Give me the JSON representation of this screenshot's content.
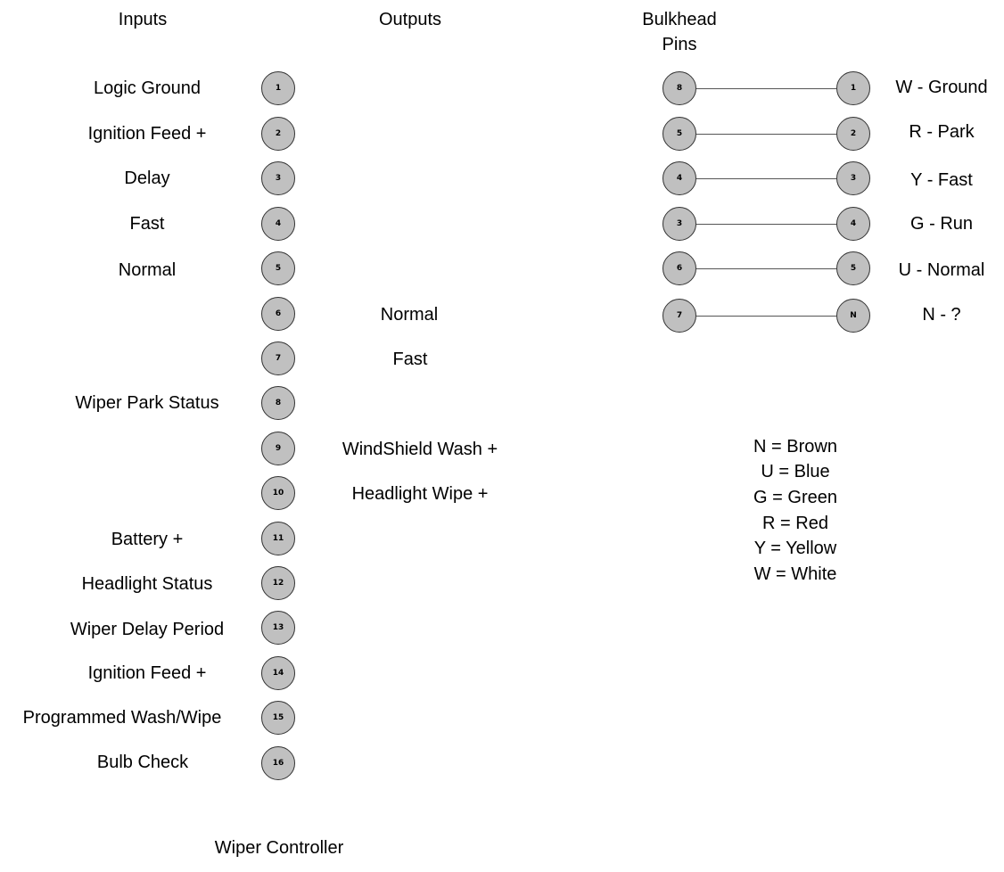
{
  "headers": {
    "inputs": "Inputs",
    "outputs": "Outputs",
    "bulkhead_line1": "Bulkhead",
    "bulkhead_line2": "Pins"
  },
  "controller": {
    "title": "Wiper Controller",
    "pins": [
      "1",
      "2",
      "3",
      "4",
      "5",
      "6",
      "7",
      "8",
      "9",
      "10",
      "11",
      "12",
      "13",
      "14",
      "15",
      "16"
    ],
    "inputs": [
      {
        "pin": "1",
        "label": "Logic Ground"
      },
      {
        "pin": "2",
        "label": "Ignition Feed +"
      },
      {
        "pin": "3",
        "label": "Delay"
      },
      {
        "pin": "4",
        "label": "Fast"
      },
      {
        "pin": "5",
        "label": "Normal"
      },
      {
        "pin": "8",
        "label": "Wiper Park Status"
      },
      {
        "pin": "11",
        "label": "Battery +"
      },
      {
        "pin": "12",
        "label": "Headlight Status"
      },
      {
        "pin": "13",
        "label": "Wiper Delay Period"
      },
      {
        "pin": "14",
        "label": "Ignition Feed +"
      },
      {
        "pin": "15",
        "label": "Programmed Wash/Wipe"
      },
      {
        "pin": "16",
        "label": "Bulb Check"
      }
    ],
    "outputs": [
      {
        "pin": "6",
        "label": "Normal"
      },
      {
        "pin": "7",
        "label": "Fast"
      },
      {
        "pin": "9",
        "label": "WindShield Wash +"
      },
      {
        "pin": "10",
        "label": "Headlight Wipe +"
      }
    ]
  },
  "bulkhead": [
    {
      "from": "8",
      "to": "1",
      "label": "W - Ground"
    },
    {
      "from": "5",
      "to": "2",
      "label": "R - Park"
    },
    {
      "from": "4",
      "to": "3",
      "label": "Y - Fast"
    },
    {
      "from": "3",
      "to": "4",
      "label": "G - Run"
    },
    {
      "from": "6",
      "to": "5",
      "label": "U - Normal"
    },
    {
      "from": "7",
      "to": "N",
      "label": "N - ?"
    }
  ],
  "legend": [
    "N = Brown",
    "U = Blue",
    "G = Green",
    "R = Red",
    "Y = Yellow",
    "W = White"
  ],
  "colors": {
    "pin_fill": "#c0c0c0",
    "pin_stroke": "#333333",
    "wire": "#555555"
  }
}
